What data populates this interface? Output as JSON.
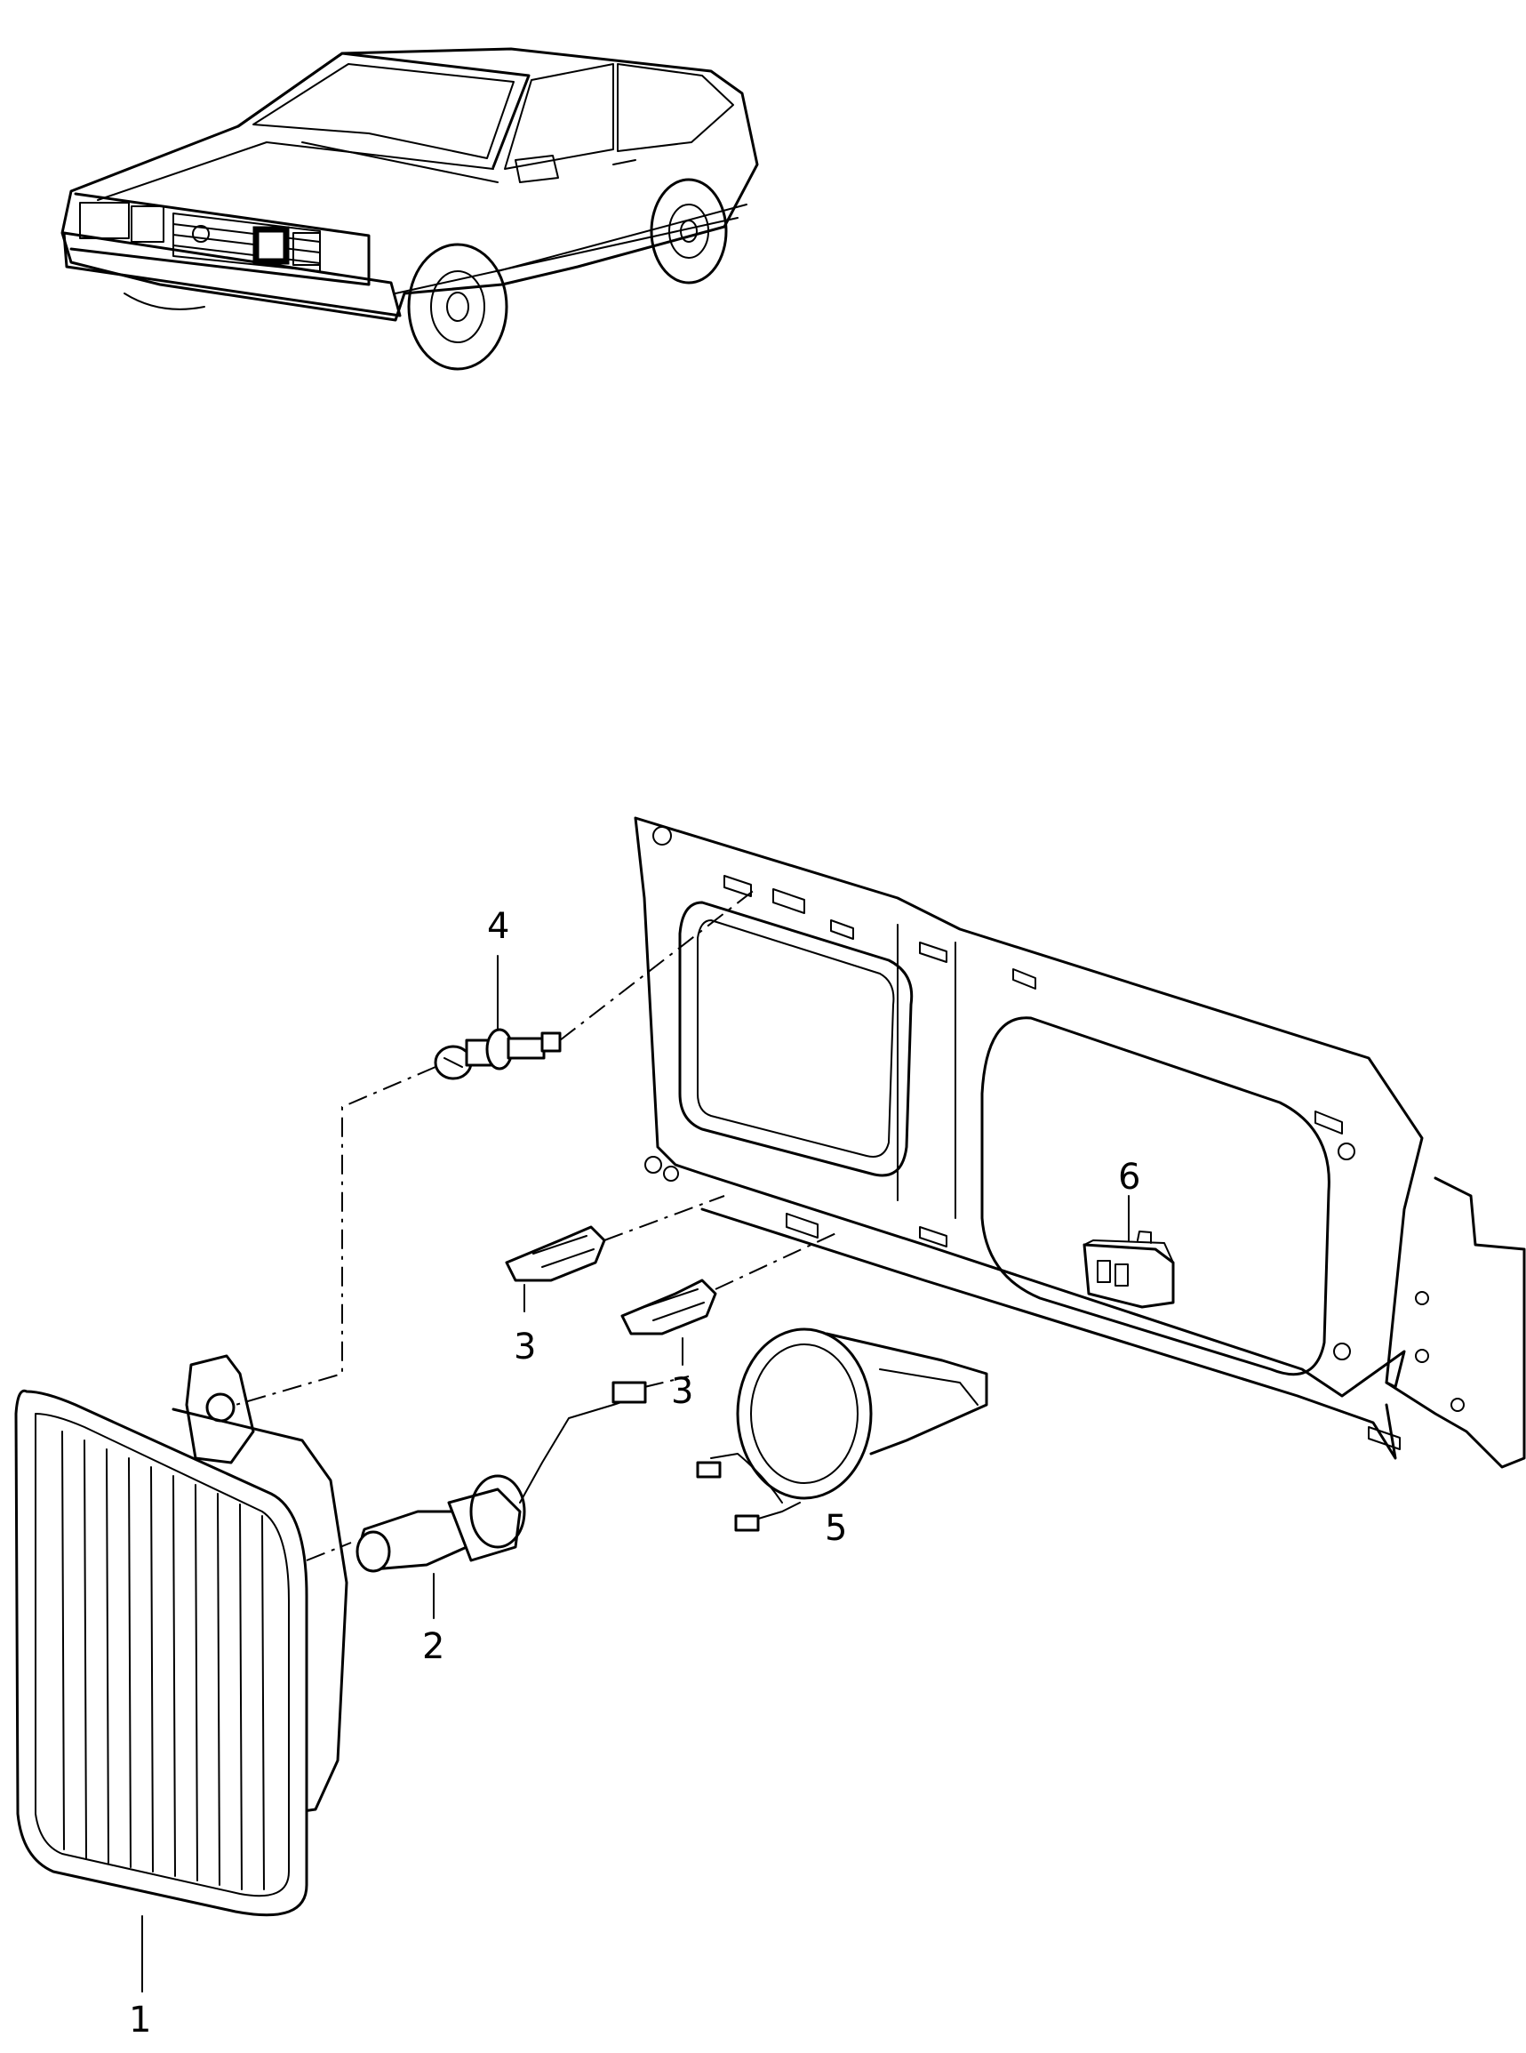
{
  "callouts": {
    "c1": "1",
    "c2": "2",
    "c3a": "3",
    "c3b": "3",
    "c4": "4",
    "c5": "5",
    "c6": "6"
  },
  "colors": {
    "line": "#000000",
    "background": "#ffffff"
  }
}
